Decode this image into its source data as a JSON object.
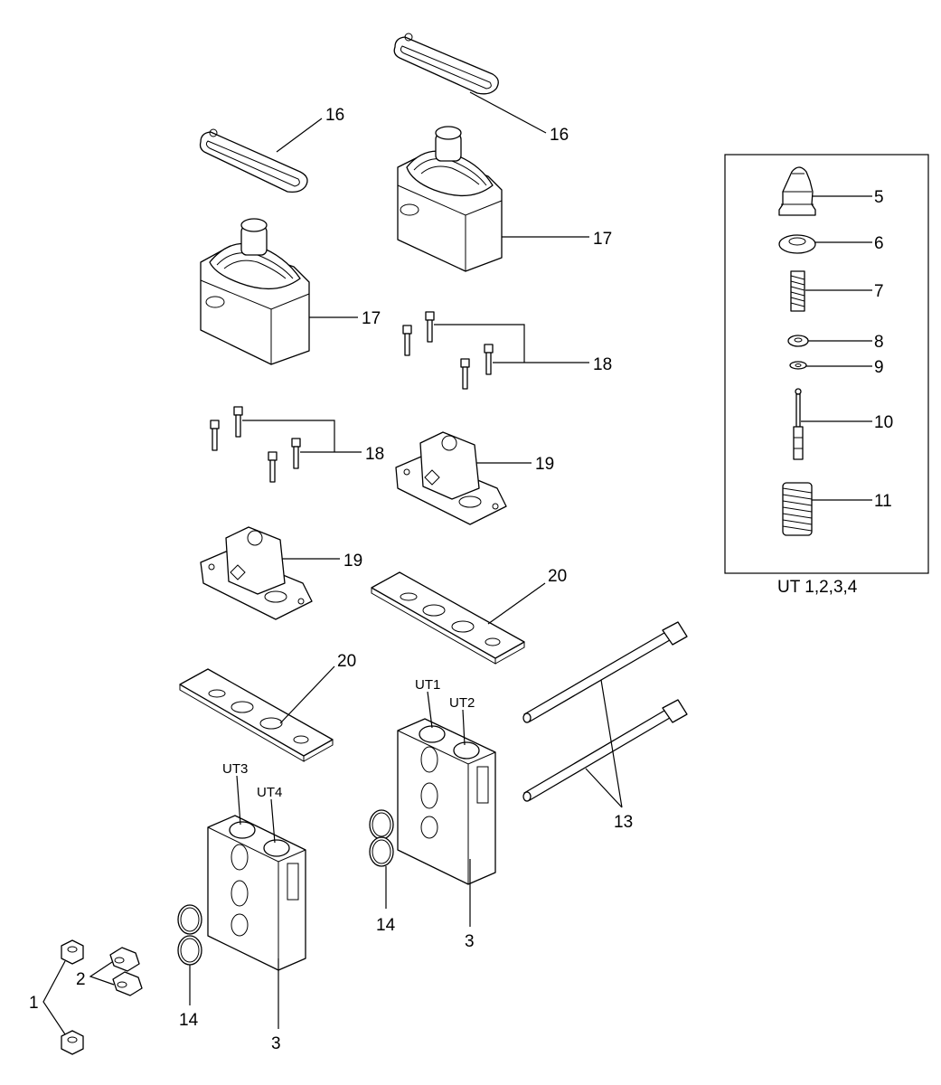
{
  "part_labels": {
    "p1": "1",
    "p2": "2",
    "p3": "3",
    "p5": "5",
    "p6": "6",
    "p7": "7",
    "p8": "8",
    "p9": "9",
    "p10": "10",
    "p11": "11",
    "p13": "13",
    "p14": "14",
    "p16": "16",
    "p17": "17",
    "p18": "18",
    "p19": "19",
    "p20": "20"
  },
  "port_labels": {
    "ut1": "UT1",
    "ut2": "UT2",
    "ut3": "UT3",
    "ut4": "UT4"
  },
  "inset": {
    "caption": "UT 1,2,3,4"
  }
}
